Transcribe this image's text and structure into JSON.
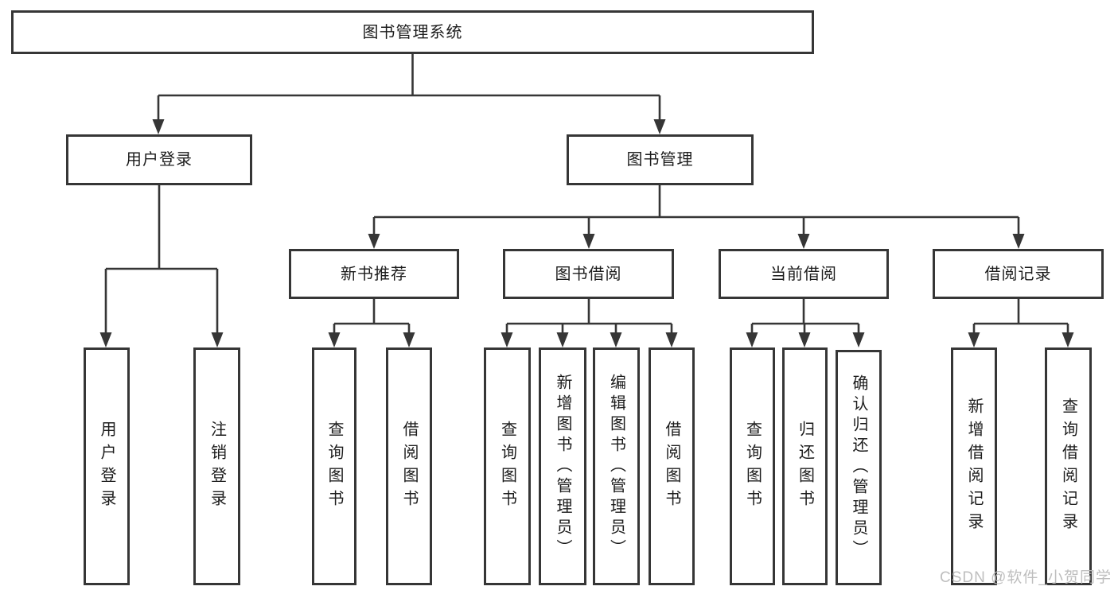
{
  "diagram": {
    "title": "图书管理系统",
    "type": "hierarchy-tree",
    "nodes": {
      "root": {
        "label": "图书管理系统"
      },
      "user_login": {
        "label": "用户登录"
      },
      "book_management": {
        "label": "图书管理"
      },
      "login": {
        "label": "用户登录"
      },
      "logout": {
        "label": "注销登录"
      },
      "new_book_recommend": {
        "label": "新书推荐"
      },
      "book_borrow": {
        "label": "图书借阅"
      },
      "current_borrow": {
        "label": "当前借阅"
      },
      "borrow_record": {
        "label": "借阅记录"
      },
      "nb_query_book": {
        "label": "查询图书"
      },
      "nb_borrow_book": {
        "label": "借阅图书"
      },
      "bb_query_book": {
        "label": "查询图书"
      },
      "bb_add_book": {
        "label": "新增图书（管理员）"
      },
      "bb_edit_book": {
        "label": "编辑图书（管理员）"
      },
      "bb_borrow_book": {
        "label": "借阅图书"
      },
      "cb_query_book": {
        "label": "查询图书"
      },
      "cb_return_book": {
        "label": "归还图书"
      },
      "cb_confirm_return": {
        "label": "确认归还（管理员）"
      },
      "br_add_record": {
        "label": "新增借阅记录"
      },
      "br_query_record": {
        "label": "查询借阅记录"
      }
    },
    "edges": [
      [
        "root",
        "user_login"
      ],
      [
        "root",
        "book_management"
      ],
      [
        "user_login",
        "login"
      ],
      [
        "user_login",
        "logout"
      ],
      [
        "book_management",
        "new_book_recommend"
      ],
      [
        "book_management",
        "book_borrow"
      ],
      [
        "book_management",
        "current_borrow"
      ],
      [
        "book_management",
        "borrow_record"
      ],
      [
        "new_book_recommend",
        "nb_query_book"
      ],
      [
        "new_book_recommend",
        "nb_borrow_book"
      ],
      [
        "book_borrow",
        "bb_query_book"
      ],
      [
        "book_borrow",
        "bb_add_book"
      ],
      [
        "book_borrow",
        "bb_edit_book"
      ],
      [
        "book_borrow",
        "bb_borrow_book"
      ],
      [
        "current_borrow",
        "cb_query_book"
      ],
      [
        "current_borrow",
        "cb_return_book"
      ],
      [
        "current_borrow",
        "cb_confirm_return"
      ],
      [
        "borrow_record",
        "br_add_record"
      ],
      [
        "borrow_record",
        "br_query_record"
      ]
    ],
    "colors": {
      "line": "#363636",
      "box_border": "#363636",
      "box_fill": "#ffffff",
      "text": "#1c1c1c",
      "background": "#ffffff",
      "watermark": "#bbbbbb"
    }
  },
  "watermark": {
    "text": "CSDN @软件_小贺同学"
  }
}
